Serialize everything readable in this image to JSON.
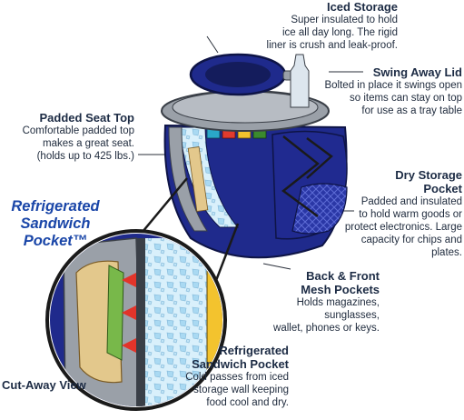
{
  "callouts": {
    "iced_storage": {
      "title": "Iced Storage",
      "body": [
        "Super insulated to hold",
        "ice all day long. The rigid",
        "liner is crush and leak-proof."
      ]
    },
    "swing_away_lid": {
      "title": "Swing Away Lid",
      "body": [
        "Bolted in place it swings open",
        "so items can stay on top",
        "for use as a tray table"
      ]
    },
    "padded_seat_top": {
      "title": "Padded Seat Top",
      "body": [
        "Comfortable padded top",
        "makes a great seat.",
        "(holds up to 425 lbs.)"
      ]
    },
    "dry_storage": {
      "title": [
        "Dry Storage",
        "Pocket"
      ],
      "body": [
        "Padded and insulated",
        "to hold warm goods or",
        "protect electronics. Large",
        "capacity for chips and plates."
      ]
    },
    "mesh_pockets": {
      "title": [
        "Back & Front",
        "Mesh Pockets"
      ],
      "body": [
        "Holds magazines, sunglasses,",
        "wallet, phones or keys."
      ]
    },
    "refrigerated_pocket": {
      "title": [
        "Refrigerated",
        "Sandwich Pocket"
      ],
      "body": [
        "Cold passes from iced",
        "storage wall keeping",
        "food cool and dry."
      ]
    }
  },
  "featured_label": [
    "Refrigerated",
    "Sandwich",
    "Pocket™"
  ],
  "cutaway_label": "Cut-Away View",
  "colors": {
    "navy": "#1f2a8c",
    "dark": "#141c5c",
    "grey": "#9aa0a8",
    "ice": "#bfe3f5",
    "accent_blue": "#1a46a8"
  }
}
